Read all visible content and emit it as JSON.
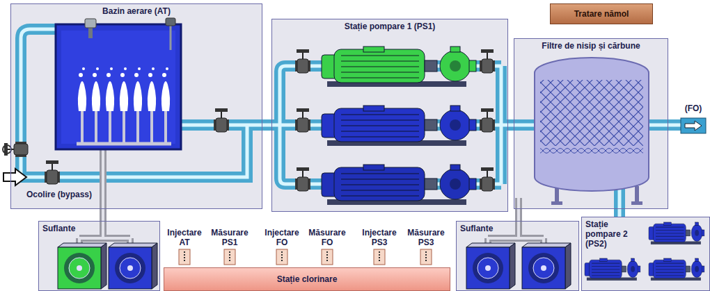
{
  "diagram": {
    "nodes": [
      {
        "text": [
          "Bazin aerare (AT)"
        ]
      },
      {
        "text": [
          "Stație pompare 1 (PS1)"
        ]
      },
      {
        "text": [
          "Tratare nămol"
        ]
      },
      {
        "text": [
          "Filtre de nisip și cărbune"
        ]
      },
      {
        "text": [
          "Suflante"
        ]
      },
      {
        "text": [
          "Stație clorinare"
        ]
      },
      {
        "text": [
          "Suflante"
        ]
      },
      {
        "text": [
          "Stație pompare 2 (PS2)"
        ]
      }
    ],
    "edges": [
      {
        "from": 0,
        "to": 1,
        "arrow": "none"
      },
      {
        "from": 1,
        "to": 3,
        "arrow": "none"
      },
      {
        "from": 4,
        "to": 0,
        "arrow": "none"
      },
      {
        "from": 6,
        "to": 3,
        "arrow": "none"
      },
      {
        "from": 3,
        "to": 7,
        "arrow": "none"
      }
    ],
    "labels": [
      "(FO)",
      "Ocolire (bypass)",
      "Injectare AT",
      "Măsurare PS1",
      "Injectare FO",
      "Măsurare FO",
      "Injectare PS3",
      "Măsurare PS3"
    ]
  }
}
